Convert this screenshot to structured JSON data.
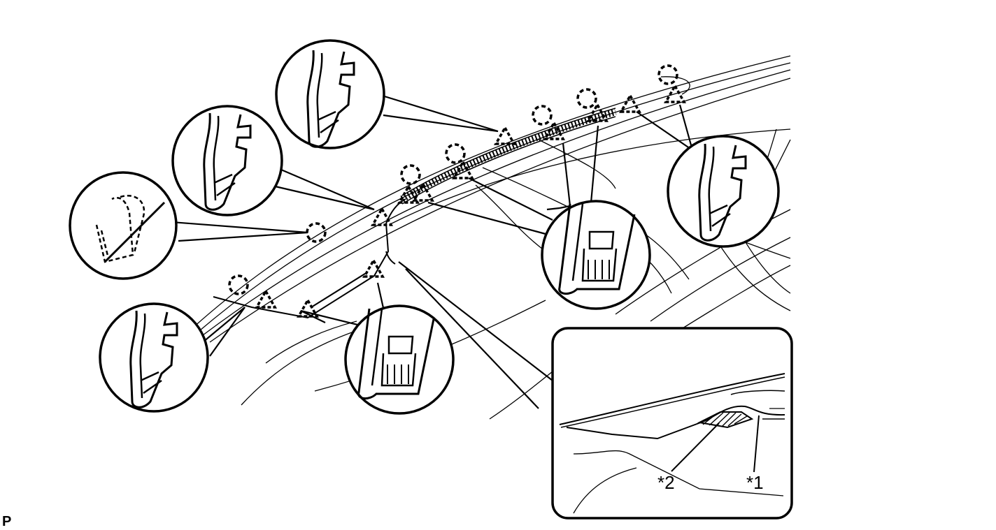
{
  "diagram": {
    "callouts": {
      "part_1": "*1",
      "part_2": "*2"
    },
    "corner_mark": "P",
    "symbols": {
      "clip_symbol": "dashed-circle",
      "claw_symbol": "dashed-triangle"
    }
  }
}
